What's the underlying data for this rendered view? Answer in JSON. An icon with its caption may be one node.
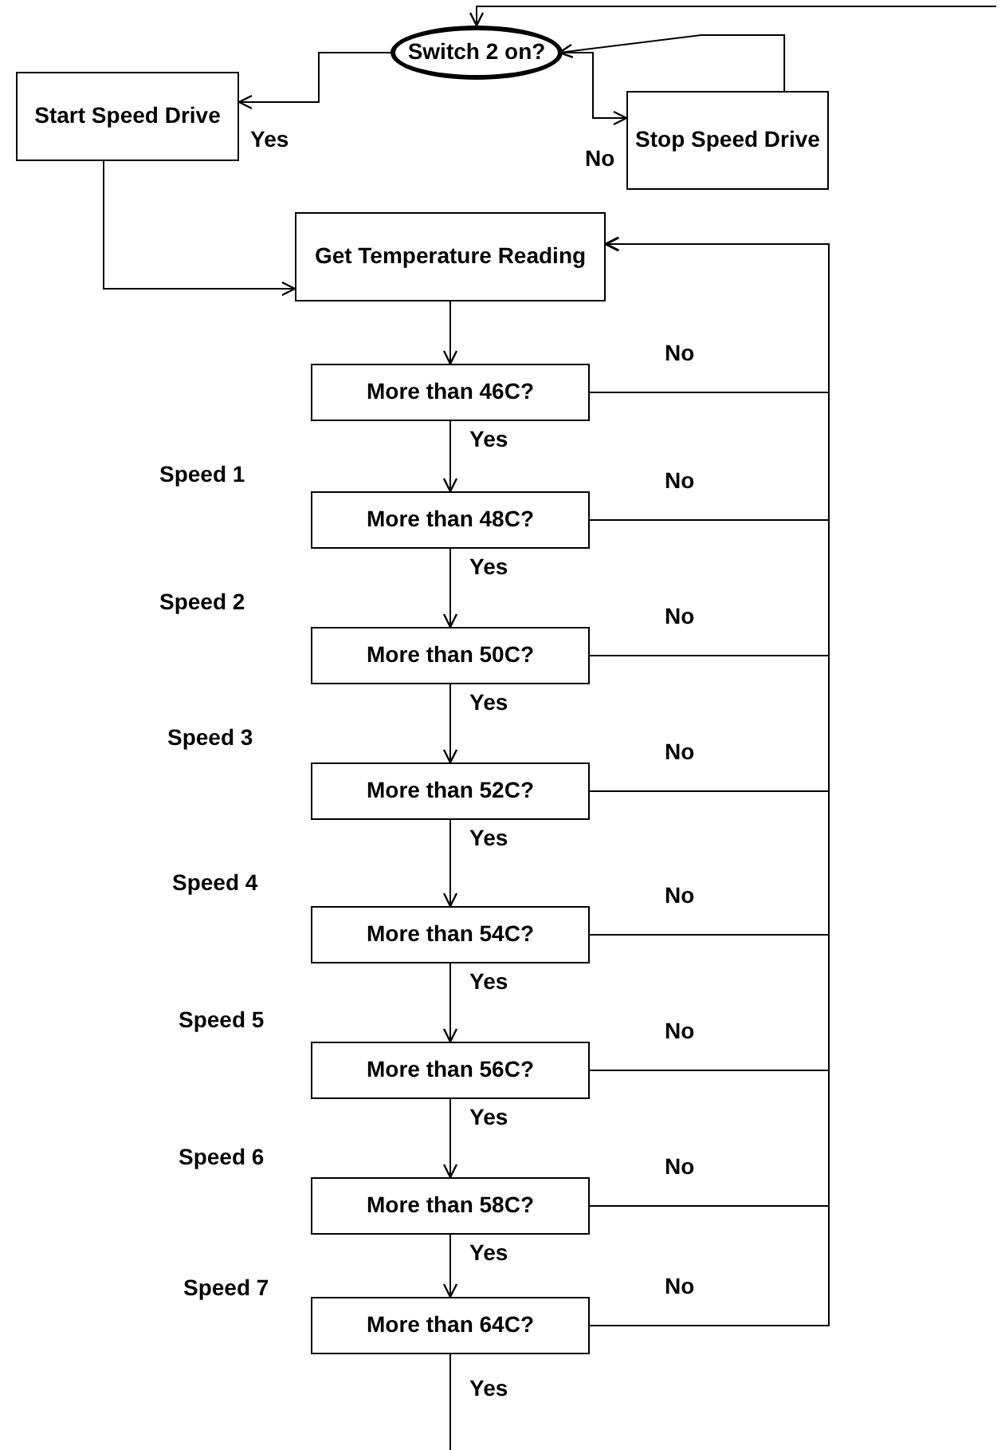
{
  "diagram": {
    "nodes": [
      {
        "text": [
          "Switch 2 on?"
        ]
      },
      {
        "text": [
          "Start Speed Drive"
        ]
      },
      {
        "text": [
          "Stop Speed Drive"
        ]
      },
      {
        "text": [
          "Get Temperature Reading"
        ]
      },
      {
        "text": [
          "More than 46C?"
        ]
      },
      {
        "text": [
          "More than 48C?"
        ]
      },
      {
        "text": [
          "More than 50C?"
        ]
      },
      {
        "text": [
          "More than 52C?"
        ]
      },
      {
        "text": [
          "More than 54C?"
        ]
      },
      {
        "text": [
          "More than 56C?"
        ]
      },
      {
        "text": [
          "More than 58C?"
        ]
      },
      {
        "text": [
          "More than 64C?"
        ]
      }
    ],
    "edges": [
      {
        "from": null,
        "to": 0,
        "arrow": "to"
      },
      {
        "from": 0,
        "to": 1,
        "label": "Yes",
        "arrow": "to"
      },
      {
        "from": 0,
        "to": 2,
        "label": "No",
        "arrow": "to"
      },
      {
        "from": 2,
        "to": 0,
        "arrow": "to"
      },
      {
        "from": 1,
        "to": 3,
        "arrow": "to"
      },
      {
        "from": 3,
        "to": 4,
        "arrow": "to"
      },
      {
        "from": 4,
        "to": 5,
        "label": "Yes",
        "arrow": "to"
      },
      {
        "from": 5,
        "to": 6,
        "label": "Yes",
        "arrow": "to"
      },
      {
        "from": 6,
        "to": 7,
        "label": "Yes",
        "arrow": "to"
      },
      {
        "from": 7,
        "to": 8,
        "label": "Yes",
        "arrow": "to"
      },
      {
        "from": 8,
        "to": 9,
        "label": "Yes",
        "arrow": "to"
      },
      {
        "from": 9,
        "to": 10,
        "label": "Yes",
        "arrow": "to"
      },
      {
        "from": 10,
        "to": 11,
        "label": "Yes",
        "arrow": "to"
      },
      {
        "from": 4,
        "to": 3,
        "label": "No",
        "arrow": "to"
      },
      {
        "from": 5,
        "to": 3,
        "label": "No",
        "arrow": "to"
      },
      {
        "from": 6,
        "to": 3,
        "label": "No",
        "arrow": "to"
      },
      {
        "from": 7,
        "to": 3,
        "label": "No",
        "arrow": "to"
      },
      {
        "from": 8,
        "to": 3,
        "label": "No",
        "arrow": "to"
      },
      {
        "from": 9,
        "to": 3,
        "label": "No",
        "arrow": "to"
      },
      {
        "from": 10,
        "to": 3,
        "label": "No",
        "arrow": "to"
      },
      {
        "from": 11,
        "to": 3,
        "label": "No",
        "arrow": "to"
      },
      {
        "from": 11,
        "to": null,
        "label": "Yes",
        "arrow": "none"
      }
    ],
    "labels": [
      "Speed 1",
      "Speed 2",
      "Speed 3",
      "Speed 4",
      "Speed 5",
      "Speed 6",
      "Speed 7"
    ]
  }
}
